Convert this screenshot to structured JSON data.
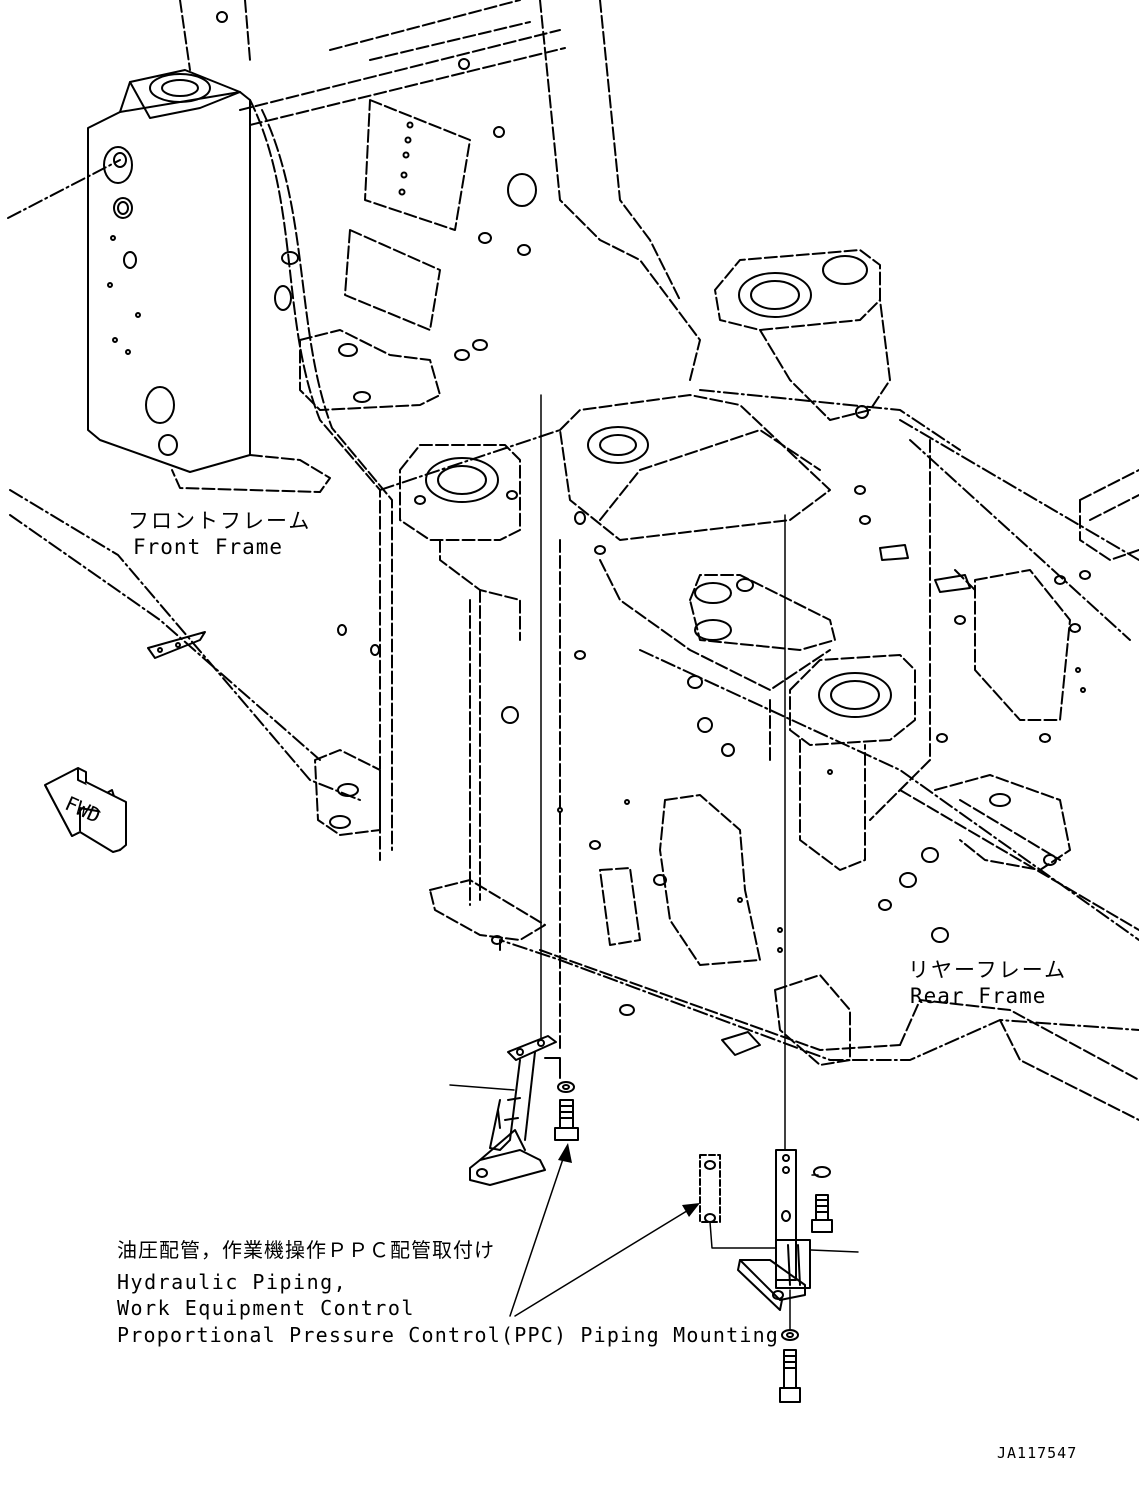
{
  "labels": {
    "front_frame_jp": "フロントフレーム",
    "front_frame_en": "Front Frame",
    "rear_frame_jp": "リヤーフレーム",
    "rear_frame_en": "Rear Frame",
    "caption_jp": "油圧配管，作業機操作ＰＰＣ配管取付け",
    "caption_en_line1": "Hydraulic Piping,",
    "caption_en_line2": "Work Equipment Control",
    "caption_en_line3": "Proportional Pressure Control(PPC) Piping Mounting",
    "fwd": "FWD",
    "drawing_number": "JA117547"
  },
  "colors": {
    "line": "#000000",
    "background": "#ffffff"
  }
}
